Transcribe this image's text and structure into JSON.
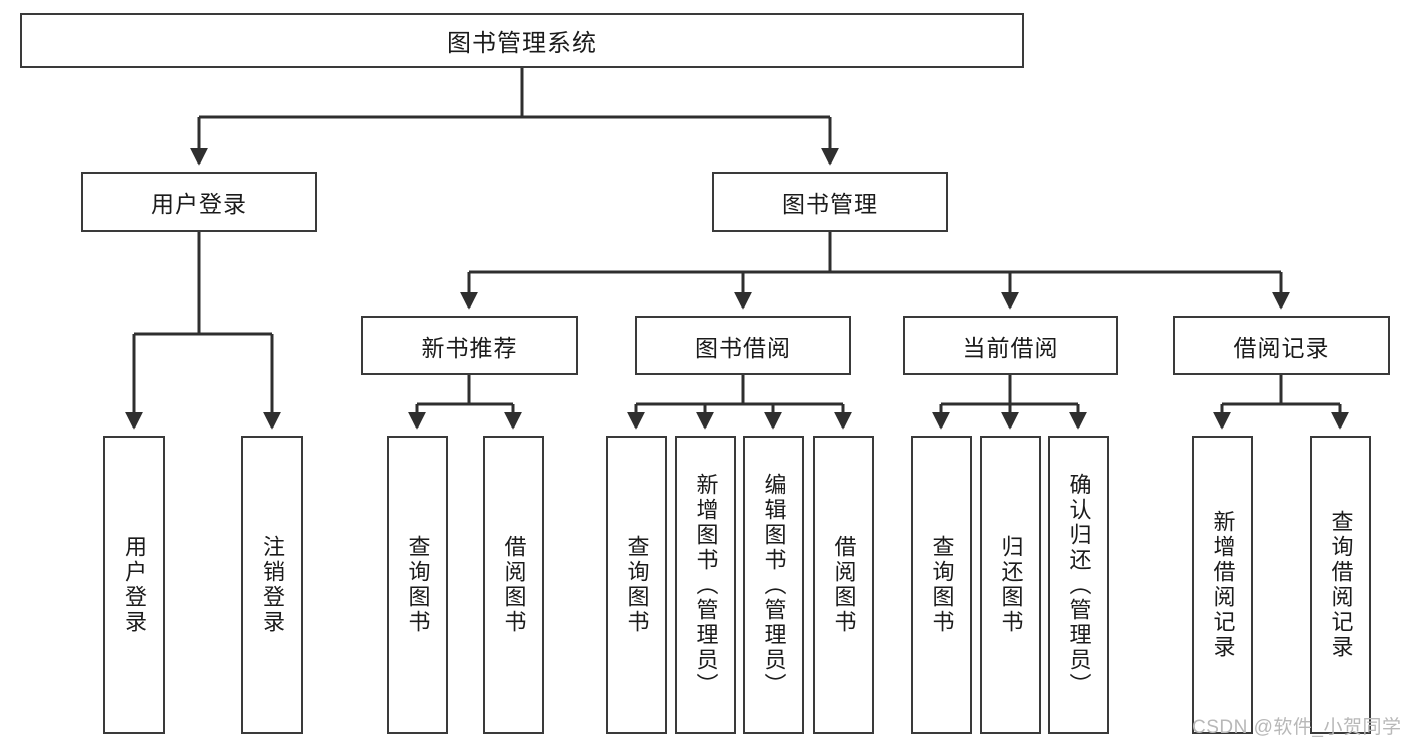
{
  "diagram": {
    "title": "图书管理系统",
    "type": "hierarchy-tree",
    "watermark": "CSDN @软件_小贺同学",
    "colors": {
      "box_border": "#3a3a3a",
      "box_fill": "#ffffff",
      "connector": "#2f2f2f",
      "text": "#1b1b1b",
      "watermark": "#b8b8b8",
      "page_background": "#ffffff"
    },
    "root": {
      "label": "图书管理系统"
    },
    "level2": [
      {
        "id": "user-login",
        "label": "用户登录"
      },
      {
        "id": "book-management",
        "label": "图书管理"
      }
    ],
    "level3": [
      {
        "id": "new-book-recommend",
        "label": "新书推荐"
      },
      {
        "id": "book-borrow",
        "label": "图书借阅"
      },
      {
        "id": "current-borrow",
        "label": "当前借阅"
      },
      {
        "id": "borrow-record",
        "label": "借阅记录"
      }
    ],
    "leaves": {
      "user_login": [
        {
          "id": "leaf-user-login",
          "label": "用户登录"
        },
        {
          "id": "leaf-logout-login",
          "label": "注销登录"
        }
      ],
      "new_book_recommend": [
        {
          "id": "leaf-query-book-1",
          "label": "查询图书"
        },
        {
          "id": "leaf-borrow-book-1",
          "label": "借阅图书"
        }
      ],
      "book_borrow": [
        {
          "id": "leaf-query-book-2",
          "label": "查询图书"
        },
        {
          "id": "leaf-add-book",
          "label": "新增图书（管理员）"
        },
        {
          "id": "leaf-edit-book",
          "label": "编辑图书（管理员）"
        },
        {
          "id": "leaf-borrow-book-2",
          "label": "借阅图书"
        }
      ],
      "current_borrow": [
        {
          "id": "leaf-query-book-3",
          "label": "查询图书"
        },
        {
          "id": "leaf-return-book",
          "label": "归还图书"
        },
        {
          "id": "leaf-confirm-return",
          "label": "确认归还（管理员）"
        }
      ],
      "borrow_record": [
        {
          "id": "leaf-add-record",
          "label": "新增借阅记录"
        },
        {
          "id": "leaf-query-record",
          "label": "查询借阅记录"
        }
      ]
    }
  }
}
